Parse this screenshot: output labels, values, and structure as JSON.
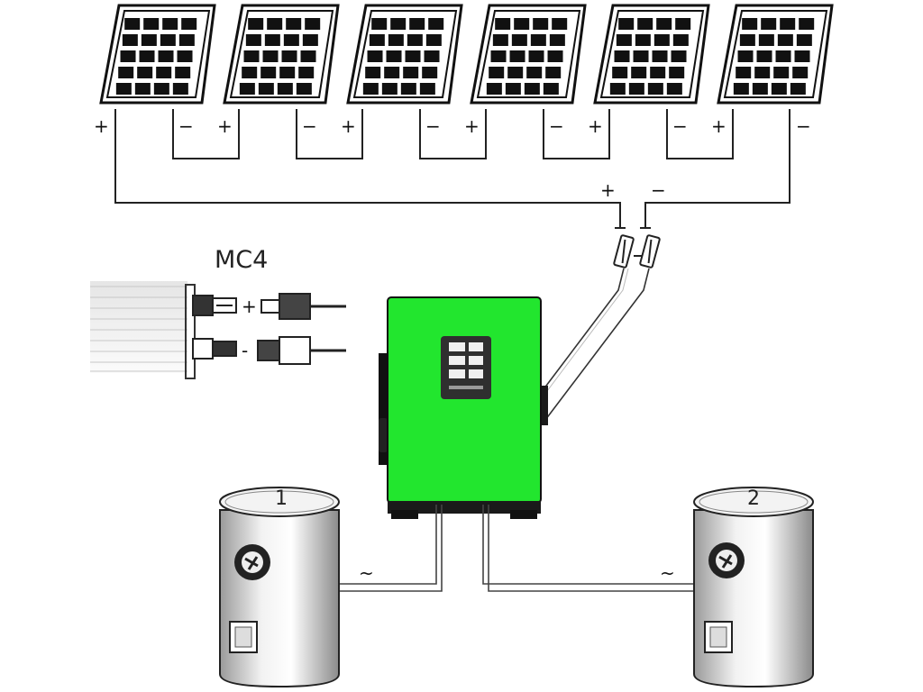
{
  "panels": {
    "count": 6,
    "plus_label": "+",
    "minus_label": "−"
  },
  "bus": {
    "plus_label": "+",
    "minus_label": "−"
  },
  "mc4": {
    "title": "MC4",
    "plus_label": "+",
    "minus_label": "-"
  },
  "controller": {
    "body_color": "#22e62e",
    "display_color": "#2f2f2f"
  },
  "tanks": {
    "left_number": "1",
    "right_number": "2",
    "ac_symbol": "~"
  }
}
